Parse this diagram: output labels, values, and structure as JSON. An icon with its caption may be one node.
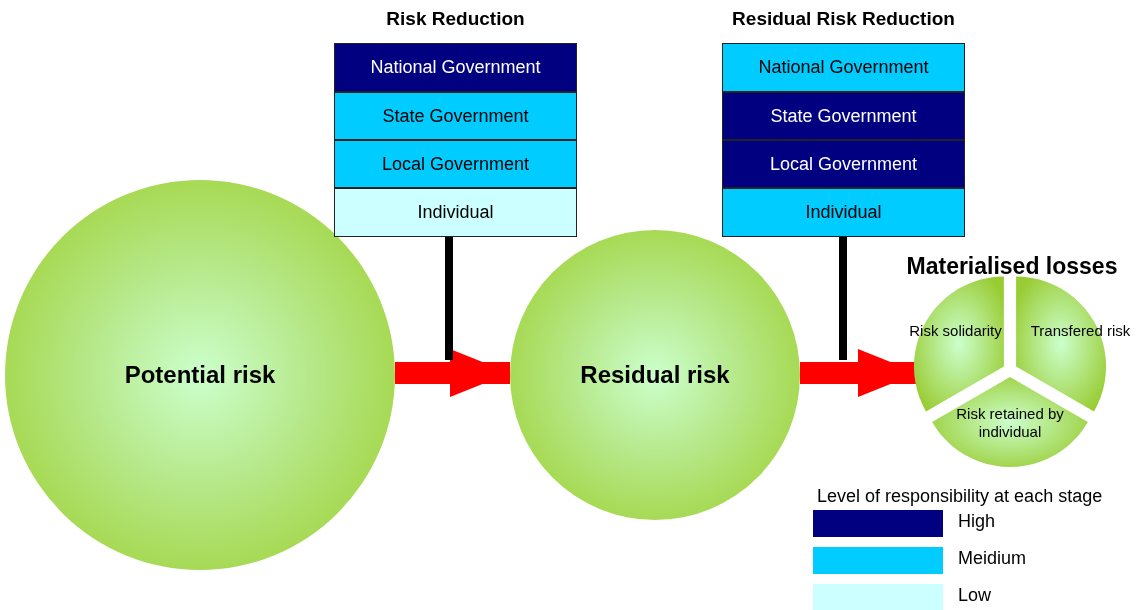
{
  "diagram": {
    "nodes": [
      {
        "text": [
          "Potential risk"
        ]
      },
      {
        "text": [
          "Risk Reduction"
        ]
      },
      {
        "text": [
          "National Government"
        ],
        "in": 1
      },
      {
        "text": [
          "State Government"
        ],
        "in": 1
      },
      {
        "text": [
          "Local Government"
        ],
        "in": 1
      },
      {
        "text": [
          "Individual"
        ],
        "in": 1
      },
      {
        "text": [
          "Residual risk"
        ]
      },
      {
        "text": [
          "Residual Risk Reduction"
        ]
      },
      {
        "text": [
          "National Government"
        ],
        "in": 7
      },
      {
        "text": [
          "State Government"
        ],
        "in": 7
      },
      {
        "text": [
          "Local Government"
        ],
        "in": 7
      },
      {
        "text": [
          "Individual"
        ],
        "in": 7
      },
      {
        "text": [
          "Materialised losses"
        ]
      },
      {
        "text": [
          "Risk solidarity"
        ],
        "in": 12
      },
      {
        "text": [
          "Transfered risk"
        ],
        "in": 12
      },
      {
        "text": [
          "Risk retained by individual"
        ],
        "in": 12
      }
    ],
    "edges": [
      {
        "from": 0,
        "to": 6,
        "arrow": "to",
        "style": "thick",
        "color": "#ff0000"
      },
      {
        "from": 1,
        "to": null,
        "arrow": "none",
        "color": "#000000"
      },
      {
        "from": 6,
        "to": 12,
        "arrow": "to",
        "style": "thick",
        "color": "#ff0000"
      },
      {
        "from": 7,
        "to": null,
        "arrow": "none",
        "color": "#000000"
      }
    ],
    "labels": [
      "Level of responsibility at each stage"
    ],
    "legend": [
      {
        "text": "High",
        "color": "#000080"
      },
      {
        "text": "Meidium",
        "color": "#00ccff"
      },
      {
        "text": "Low",
        "color": "#ccffff"
      }
    ]
  }
}
